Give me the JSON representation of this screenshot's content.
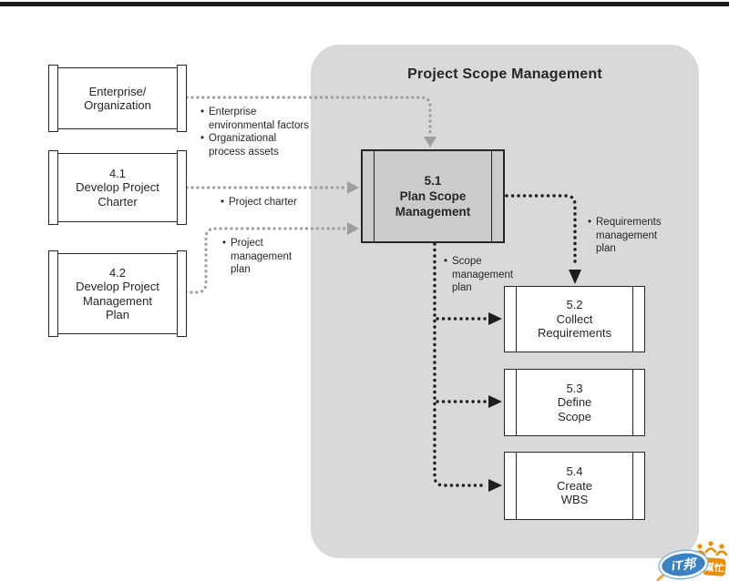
{
  "panel": {
    "title": "Project Scope Management"
  },
  "boxes": {
    "enterprise": {
      "l1": "Enterprise/",
      "l2": "Organization"
    },
    "b41": {
      "num": "4.1",
      "l1": "Develop Project",
      "l2": "Charter"
    },
    "b42": {
      "num": "4.2",
      "l1": "Develop Project",
      "l2": "Management",
      "l3": "Plan"
    },
    "b51": {
      "num": "5.1",
      "l1": "Plan Scope",
      "l2": "Management"
    },
    "b52": {
      "num": "5.2",
      "l1": "Collect",
      "l2": "Requirements"
    },
    "b53": {
      "num": "5.3",
      "l1": "Define",
      "l2": "Scope"
    },
    "b54": {
      "num": "5.4",
      "l1": "Create",
      "l2": "WBS"
    }
  },
  "labels": {
    "bullet": "•",
    "enterprise_env": {
      "l1": "Enterprise",
      "l2": "environmental factors"
    },
    "org_assets": {
      "l1": "Organizational",
      "l2": "process assets"
    },
    "project_charter": {
      "l1": "Project charter"
    },
    "project_mgmt_plan": {
      "l1": "Project",
      "l2": "management",
      "l3": "plan"
    },
    "scope_mgmt_plan": {
      "l1": "Scope",
      "l2": "management",
      "l3": "plan"
    },
    "req_mgmt_plan": {
      "l1": "Requirements",
      "l2": "management",
      "l3": "plan"
    }
  },
  "watermark": {
    "oval_text": "iT邦",
    "tag_text": "幫忙"
  },
  "colors": {
    "topbar": "#1b1b1b",
    "container-fill": "#d9d9d9",
    "box-fill": "#ffffff",
    "box51-fill": "#cbcbcb",
    "ink": "#262626",
    "flow-gray": "#9e9e9e",
    "flow-black": "#1e1e1e",
    "logo-blue": "#3a82c4",
    "logo-orange": "#f08a00",
    "logo-orange-light": "#f0a24a"
  }
}
